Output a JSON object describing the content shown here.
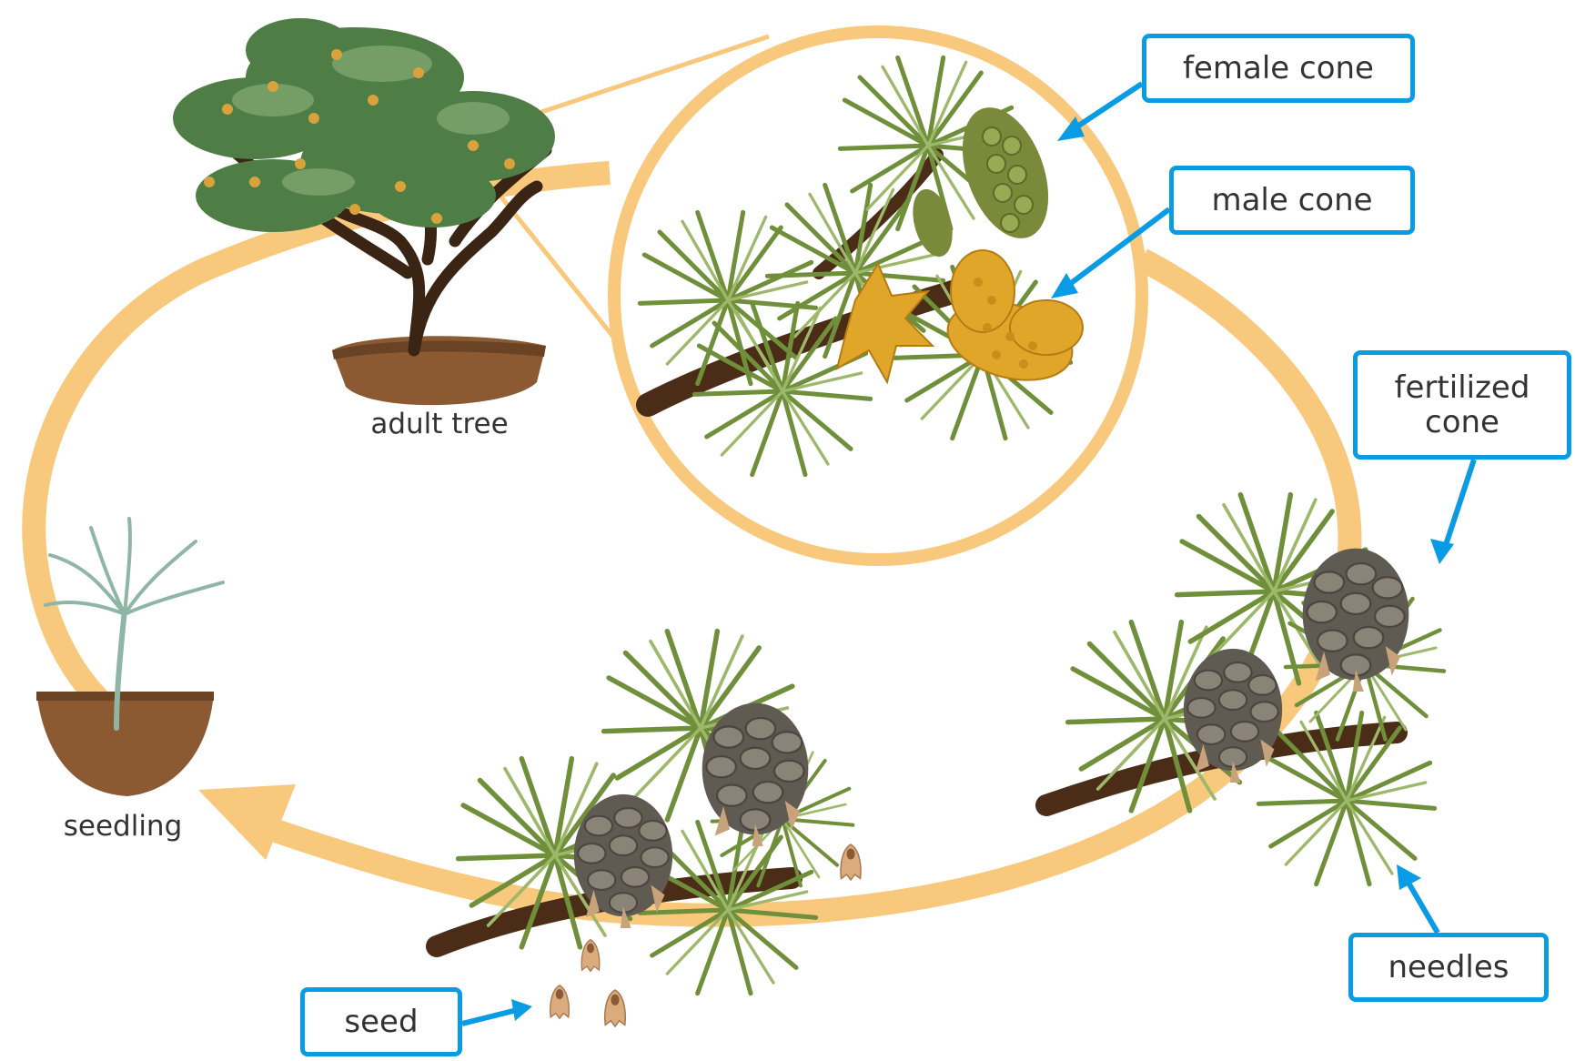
{
  "diagram": {
    "captions": {
      "adult_tree": "adult tree",
      "seedling": "seedling"
    },
    "labels": {
      "female_cone": "female cone",
      "male_cone": "male cone",
      "fertilized_cone": "fertilized\ncone",
      "needles": "needles",
      "seed": "seed"
    },
    "colors": {
      "cycle_arrow": "#f8c87c",
      "label_border": "#0a9be5",
      "soil": "#8b5a33",
      "branch": "#4a2c17",
      "needle": "#6f8f3a",
      "male_cone": "#e0a62a",
      "female_cone": "#7a8a3a",
      "mature_cone": "#6e6a5e"
    }
  }
}
